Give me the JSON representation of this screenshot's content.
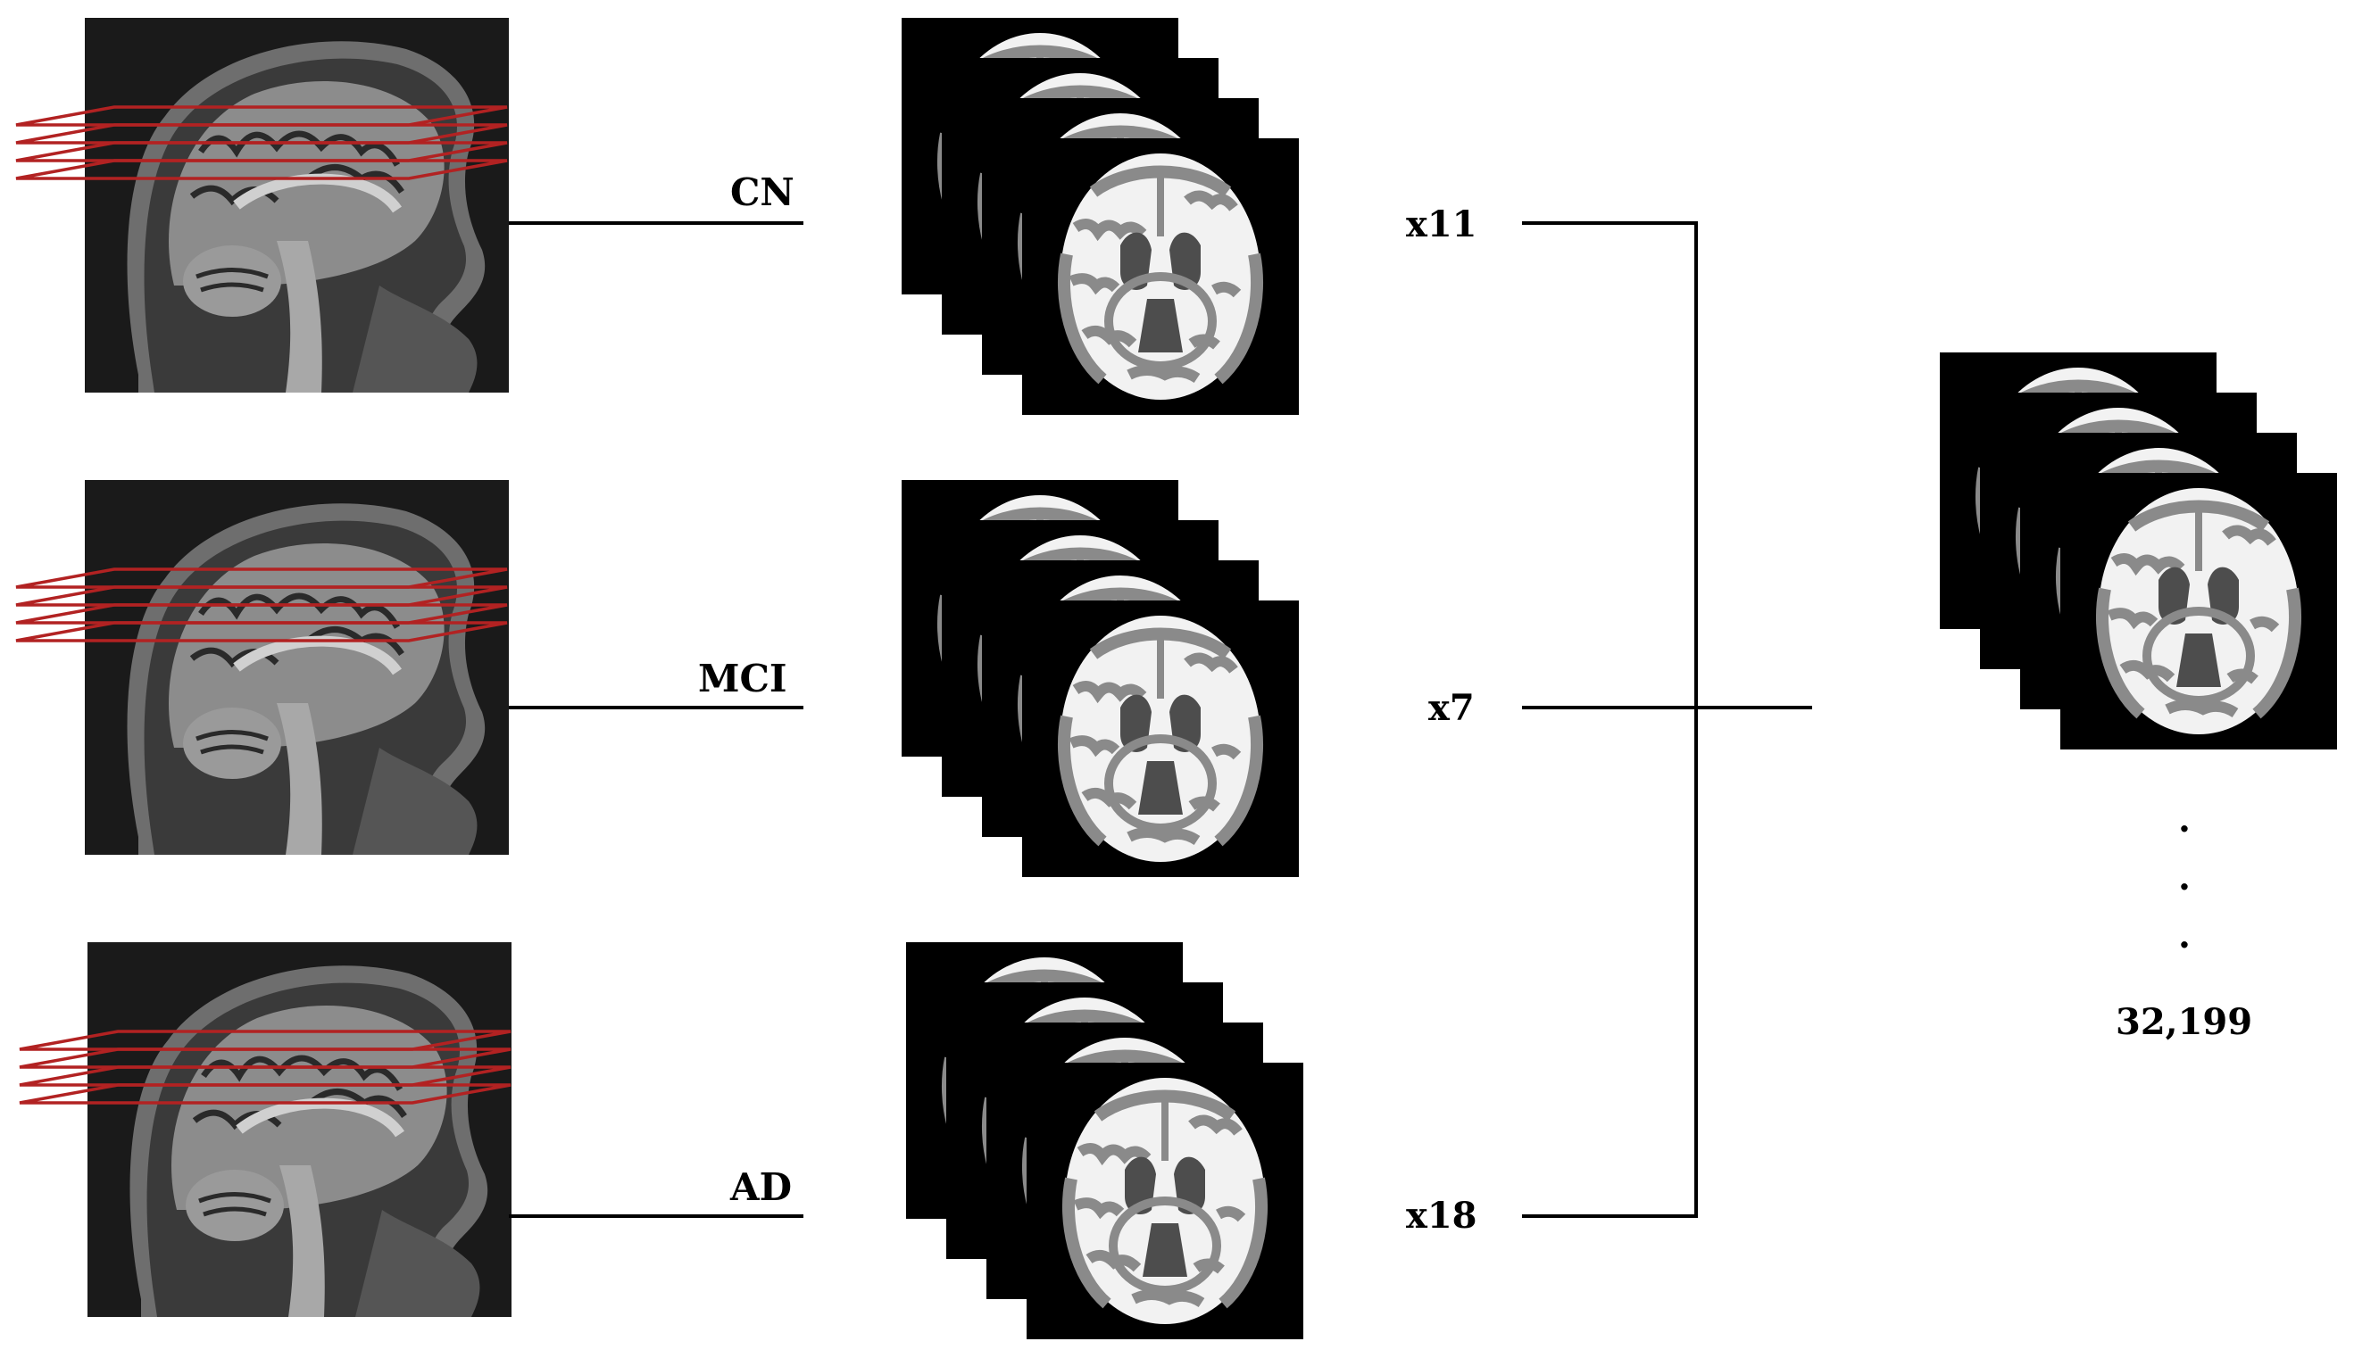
{
  "colors": {
    "background": "#ffffff",
    "line": "#000000",
    "slice_planes": "#b22222",
    "mri_background": "#1a1a1a",
    "tissue_white": "#f2f2f2",
    "tissue_gray": "#8a8a8a",
    "tissue_csf": "#4d4d4d"
  },
  "groups": [
    {
      "label": "CN",
      "multiplier": "x11",
      "icon": "sagittal-mri-icon"
    },
    {
      "label": "MCI",
      "multiplier": "x7",
      "icon": "sagittal-mri-icon"
    },
    {
      "label": "AD",
      "multiplier": "x18",
      "icon": "sagittal-mri-icon"
    }
  ],
  "output": {
    "icon": "segmented-axial-slice-stack-icon",
    "ellipsis": "·",
    "count": "32,199"
  }
}
